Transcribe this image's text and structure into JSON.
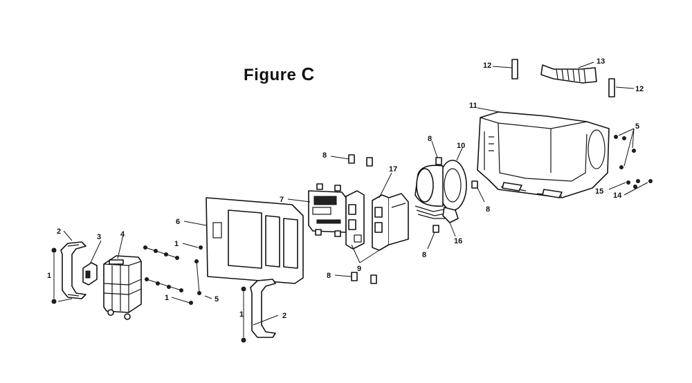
{
  "figure": {
    "title_word": "Figure",
    "title_letter": "C"
  },
  "callouts": {
    "c1a": "1",
    "c1b": "1",
    "c1c": "1",
    "c1d": "1",
    "c2a": "2",
    "c2b": "2",
    "c3": "3",
    "c4": "4",
    "c5a": "5",
    "c5b": "5",
    "c6": "6",
    "c7": "7",
    "c8a": "8",
    "c8b": "8",
    "c8c": "8",
    "c8d": "8",
    "c8e": "8",
    "c9": "9",
    "c10": "10",
    "c11": "11",
    "c12a": "12",
    "c12b": "12",
    "c13": "13",
    "c14": "14",
    "c15": "15",
    "c16": "16",
    "c17": "17"
  }
}
